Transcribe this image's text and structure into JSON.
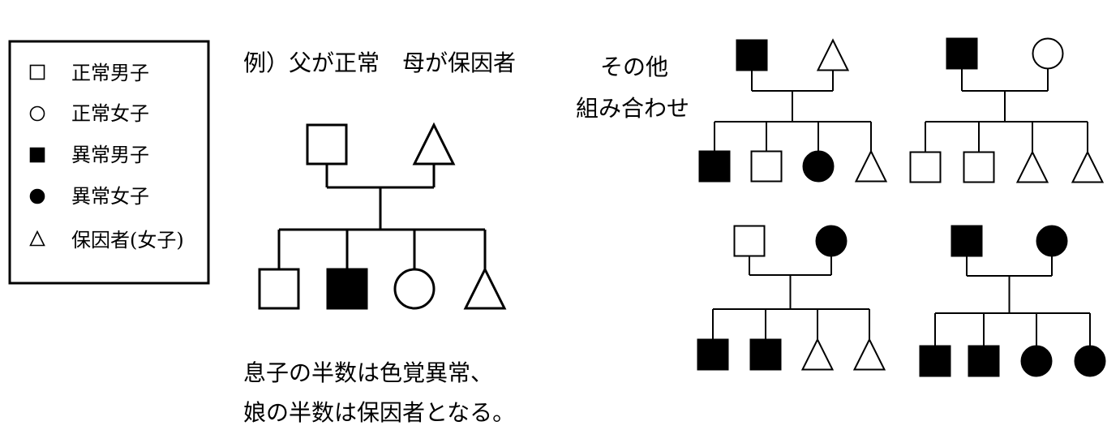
{
  "legend": {
    "items": [
      {
        "symbol": "square-open",
        "label": "正常男子"
      },
      {
        "symbol": "circle-open",
        "label": "正常女子"
      },
      {
        "symbol": "square-filled",
        "label": "異常男子"
      },
      {
        "symbol": "circle-filled",
        "label": "異常女子"
      },
      {
        "symbol": "triangle-open",
        "label": "保因者(女子)"
      }
    ]
  },
  "example": {
    "title": "例）父が正常　母が保因者",
    "note_line1": "息子の半数は色覚異常、",
    "note_line2": "娘の半数は保因者となる。",
    "parents": [
      "square-open",
      "triangle-open"
    ],
    "children": [
      "square-open",
      "square-filled",
      "circle-open",
      "triangle-open"
    ]
  },
  "others": {
    "title_line1": "その他",
    "title_line2": "組み合わせ",
    "pedigrees": [
      {
        "parents": [
          "square-filled",
          "triangle-open"
        ],
        "children": [
          "square-filled",
          "square-open",
          "circle-filled",
          "triangle-open"
        ]
      },
      {
        "parents": [
          "square-filled",
          "circle-open"
        ],
        "children": [
          "square-open",
          "square-open",
          "triangle-open",
          "triangle-open"
        ]
      },
      {
        "parents": [
          "square-open",
          "circle-filled"
        ],
        "children": [
          "square-filled",
          "square-filled",
          "triangle-open",
          "triangle-open"
        ]
      },
      {
        "parents": [
          "square-filled",
          "circle-filled"
        ],
        "children": [
          "square-filled",
          "square-filled",
          "circle-filled",
          "circle-filled"
        ]
      }
    ]
  }
}
